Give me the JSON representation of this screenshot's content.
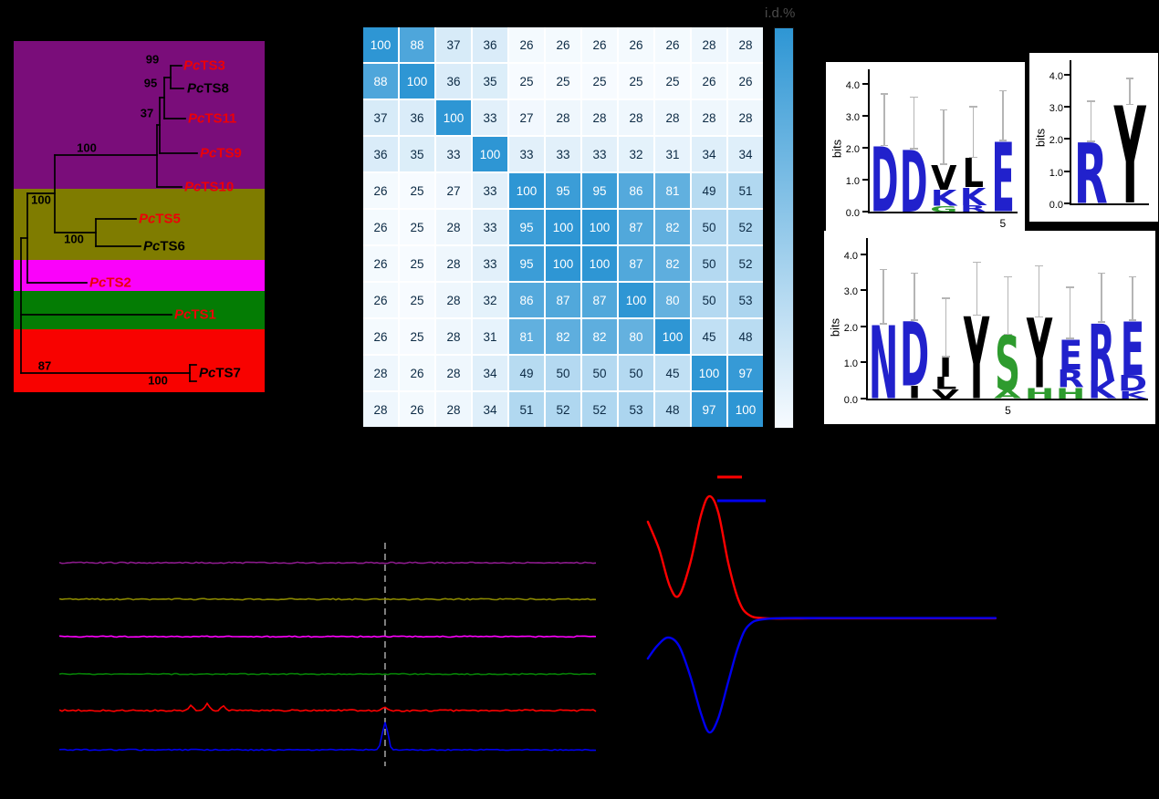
{
  "app": {
    "background": "#000000"
  },
  "panelA": {
    "clades": [
      {
        "id": "clade-purple",
        "color": "#7a0d7a"
      },
      {
        "id": "clade-olive",
        "color": "#7f7c00"
      },
      {
        "id": "clade-magenta",
        "color": "#fa02fa"
      },
      {
        "id": "clade-green",
        "color": "#047c04"
      },
      {
        "id": "clade-red",
        "color": "#f80200"
      }
    ],
    "leaves": [
      {
        "prefix": "Pc",
        "rest": "TS3",
        "color": "#ec0008"
      },
      {
        "prefix": "Pc",
        "rest": "TS8",
        "color": "#000000"
      },
      {
        "prefix": "Pc",
        "rest": "TS11",
        "color": "#ec0008"
      },
      {
        "prefix": "Pc",
        "rest": "TS9",
        "color": "#ec0008"
      },
      {
        "prefix": "Pc",
        "rest": "TS10",
        "color": "#ec0008"
      },
      {
        "prefix": "Pc",
        "rest": "TS5",
        "color": "#ec0008"
      },
      {
        "prefix": "Pc",
        "rest": "TS6",
        "color": "#000000"
      },
      {
        "prefix": "Pc",
        "rest": "TS2",
        "color": "#ec0008"
      },
      {
        "prefix": "Pc",
        "rest": "TS1",
        "color": "#ec0008"
      },
      {
        "prefix": "Pc",
        "rest": "TS7",
        "color": "#000000"
      }
    ],
    "bootstraps": [
      {
        "value": "99"
      },
      {
        "value": "95"
      },
      {
        "value": "37"
      },
      {
        "value": "100"
      },
      {
        "value": "100"
      },
      {
        "value": "100"
      },
      {
        "value": "87"
      },
      {
        "value": "100"
      }
    ]
  },
  "logos": {
    "axis": {
      "ylabel": "bits",
      "yticks": [
        "4.0",
        "3.0",
        "2.0",
        "1.0",
        "0.0"
      ],
      "xtick": "5"
    },
    "panels": [
      {
        "name": "logo-motif-DDxxE",
        "columns": [
          {
            "letters": [
              {
                "ch": "D",
                "color": "#2121cc",
                "bits": 2.05
              }
            ],
            "err": 3.7
          },
          {
            "letters": [
              {
                "ch": "D",
                "color": "#2121cc",
                "bits": 1.95
              }
            ],
            "err": 3.6
          },
          {
            "letters": [
              {
                "ch": "V",
                "color": "#000000",
                "bits": 0.78
              },
              {
                "ch": "K",
                "color": "#2121cc",
                "bits": 0.5
              },
              {
                "ch": "G",
                "color": "#2e9b2e",
                "bits": 0.18
              }
            ],
            "err": 3.2
          },
          {
            "letters": [
              {
                "ch": "L",
                "color": "#000000",
                "bits": 0.92
              },
              {
                "ch": "K",
                "color": "#2121cc",
                "bits": 0.55
              },
              {
                "ch": "R",
                "color": "#2121cc",
                "bits": 0.2
              }
            ],
            "err": 3.3
          },
          {
            "letters": [
              {
                "ch": "E",
                "color": "#2121cc",
                "bits": 2.2
              }
            ],
            "err": 3.8,
            "xtick": true
          }
        ]
      },
      {
        "name": "logo-motif-RY",
        "columns": [
          {
            "letters": [
              {
                "ch": "R",
                "color": "#2121cc",
                "bits": 1.9
              }
            ],
            "err": 3.2
          },
          {
            "letters": [
              {
                "ch": "Y",
                "color": "#000000",
                "bits": 3.05
              }
            ],
            "err": 3.9
          }
        ]
      },
      {
        "name": "logo-motif-NDxYSYxRE",
        "columns": [
          {
            "letters": [
              {
                "ch": "N",
                "color": "#2121cc",
                "bits": 2.05
              }
            ],
            "err": 3.6
          },
          {
            "letters": [
              {
                "ch": "D",
                "color": "#2121cc",
                "bits": 1.8
              },
              {
                "ch": "I",
                "color": "#000000",
                "bits": 0.35
              }
            ],
            "err": 3.5
          },
          {
            "letters": [
              {
                "ch": "I",
                "color": "#000000",
                "bits": 0.55
              },
              {
                "ch": "L",
                "color": "#000000",
                "bits": 0.35
              },
              {
                "ch": "V",
                "color": "#000000",
                "bits": 0.25
              }
            ],
            "err": 2.8
          },
          {
            "letters": [
              {
                "ch": "Y",
                "color": "#000000",
                "bits": 2.3
              }
            ],
            "err": 3.8
          },
          {
            "letters": [
              {
                "ch": "S",
                "color": "#2e9b2e",
                "bits": 1.55
              },
              {
                "ch": "A",
                "color": "#2e9b2e",
                "bits": 0.22
              }
            ],
            "err": 3.4,
            "xtick": true
          },
          {
            "letters": [
              {
                "ch": "Y",
                "color": "#000000",
                "bits": 1.95
              },
              {
                "ch": "H",
                "color": "#2e9b2e",
                "bits": 0.3
              }
            ],
            "err": 3.7
          },
          {
            "letters": [
              {
                "ch": "E",
                "color": "#2121cc",
                "bits": 0.85
              },
              {
                "ch": "R",
                "color": "#2121cc",
                "bits": 0.5
              },
              {
                "ch": "H",
                "color": "#2e9b2e",
                "bits": 0.3
              }
            ],
            "err": 3.1
          },
          {
            "letters": [
              {
                "ch": "R",
                "color": "#2121cc",
                "bits": 1.6
              },
              {
                "ch": "K",
                "color": "#2121cc",
                "bits": 0.5
              }
            ],
            "err": 3.5
          },
          {
            "letters": [
              {
                "ch": "E",
                "color": "#2121cc",
                "bits": 1.5
              },
              {
                "ch": "D",
                "color": "#2121cc",
                "bits": 0.45
              },
              {
                "ch": "K",
                "color": "#2121cc",
                "bits": 0.2
              }
            ],
            "err": 3.4
          }
        ]
      }
    ]
  },
  "chart_data": [
    {
      "type": "heatmap",
      "title": "pairwise sequence identity matrix",
      "legend_label": "i.d.%",
      "rows": 11,
      "cols": 11,
      "values": [
        [
          100,
          88,
          37,
          36,
          26,
          26,
          26,
          26,
          26,
          28,
          28
        ],
        [
          88,
          100,
          36,
          35,
          25,
          25,
          25,
          25,
          25,
          26,
          26
        ],
        [
          37,
          36,
          100,
          33,
          27,
          28,
          28,
          28,
          28,
          28,
          28
        ],
        [
          36,
          35,
          33,
          100,
          33,
          33,
          33,
          32,
          31,
          34,
          34
        ],
        [
          26,
          25,
          27,
          33,
          100,
          95,
          95,
          86,
          81,
          49,
          51
        ],
        [
          26,
          25,
          28,
          33,
          95,
          100,
          100,
          87,
          82,
          50,
          52
        ],
        [
          26,
          25,
          28,
          33,
          95,
          100,
          100,
          87,
          82,
          50,
          52
        ],
        [
          26,
          25,
          28,
          32,
          86,
          87,
          87,
          100,
          80,
          50,
          53
        ],
        [
          26,
          25,
          28,
          31,
          81,
          82,
          82,
          80,
          100,
          45,
          48
        ],
        [
          28,
          26,
          28,
          34,
          49,
          50,
          50,
          50,
          45,
          100,
          97
        ],
        [
          28,
          26,
          28,
          34,
          51,
          52,
          52,
          53,
          48,
          97,
          100
        ]
      ],
      "scale": {
        "min": 25,
        "max": 100,
        "low_color": "#f7fbff",
        "high_color": "#2e96d4"
      }
    },
    {
      "type": "line",
      "title": "chromatogram traces",
      "marker_x_frac": 0.605,
      "traces": [
        {
          "name": "trace-purple",
          "color": "#8a1a8a",
          "baseline_frac": 0.09,
          "noise": 0.7,
          "peaks": []
        },
        {
          "name": "trace-olive",
          "color": "#8a8700",
          "baseline_frac": 0.253,
          "noise": 0.7,
          "peaks": []
        },
        {
          "name": "trace-magenta",
          "color": "#ff00ff",
          "baseline_frac": 0.42,
          "noise": 0.6,
          "peaks": []
        },
        {
          "name": "trace-green",
          "color": "#068006",
          "baseline_frac": 0.588,
          "noise": 0.6,
          "peaks": []
        },
        {
          "name": "trace-red",
          "color": "#ff0000",
          "baseline_frac": 0.751,
          "noise": 0.9,
          "peaks": [
            {
              "x_frac": 0.245,
              "h": 6,
              "w": 2.5
            },
            {
              "x_frac": 0.275,
              "h": 8,
              "w": 2.5
            },
            {
              "x_frac": 0.305,
              "h": 5,
              "w": 2.5
            },
            {
              "x_frac": 0.605,
              "h": 4,
              "w": 2.5
            }
          ]
        },
        {
          "name": "trace-blue",
          "color": "#0000ee",
          "baseline_frac": 0.927,
          "noise": 0.6,
          "peaks": [
            {
              "x_frac": 0.605,
              "h": 30,
              "w": 3
            }
          ]
        }
      ]
    },
    {
      "type": "line",
      "title": "difference curves",
      "series": [
        {
          "name": "red-curve",
          "color": "#ff0000",
          "points": [
            [
              0.025,
              0.178
            ],
            [
              0.056,
              0.272
            ],
            [
              0.086,
              0.4
            ],
            [
              0.111,
              0.431
            ],
            [
              0.142,
              0.322
            ],
            [
              0.172,
              0.156
            ],
            [
              0.195,
              0.091
            ],
            [
              0.22,
              0.147
            ],
            [
              0.248,
              0.322
            ],
            [
              0.276,
              0.447
            ],
            [
              0.304,
              0.497
            ],
            [
              0.354,
              0.509
            ],
            [
              0.506,
              0.509
            ],
            [
              0.987,
              0.509
            ]
          ]
        },
        {
          "name": "blue-curve",
          "color": "#0000ee",
          "points": [
            [
              0.025,
              0.647
            ],
            [
              0.051,
              0.603
            ],
            [
              0.081,
              0.575
            ],
            [
              0.111,
              0.603
            ],
            [
              0.142,
              0.705
            ],
            [
              0.172,
              0.835
            ],
            [
              0.195,
              0.9
            ],
            [
              0.22,
              0.851
            ],
            [
              0.248,
              0.724
            ],
            [
              0.276,
              0.603
            ],
            [
              0.304,
              0.533
            ],
            [
              0.354,
              0.511
            ],
            [
              0.506,
              0.508
            ],
            [
              0.987,
              0.508
            ]
          ]
        }
      ],
      "legend": [
        {
          "name": "legend-red",
          "color": "#ff0000"
        },
        {
          "name": "legend-blue",
          "color": "#0000ee"
        }
      ]
    }
  ]
}
